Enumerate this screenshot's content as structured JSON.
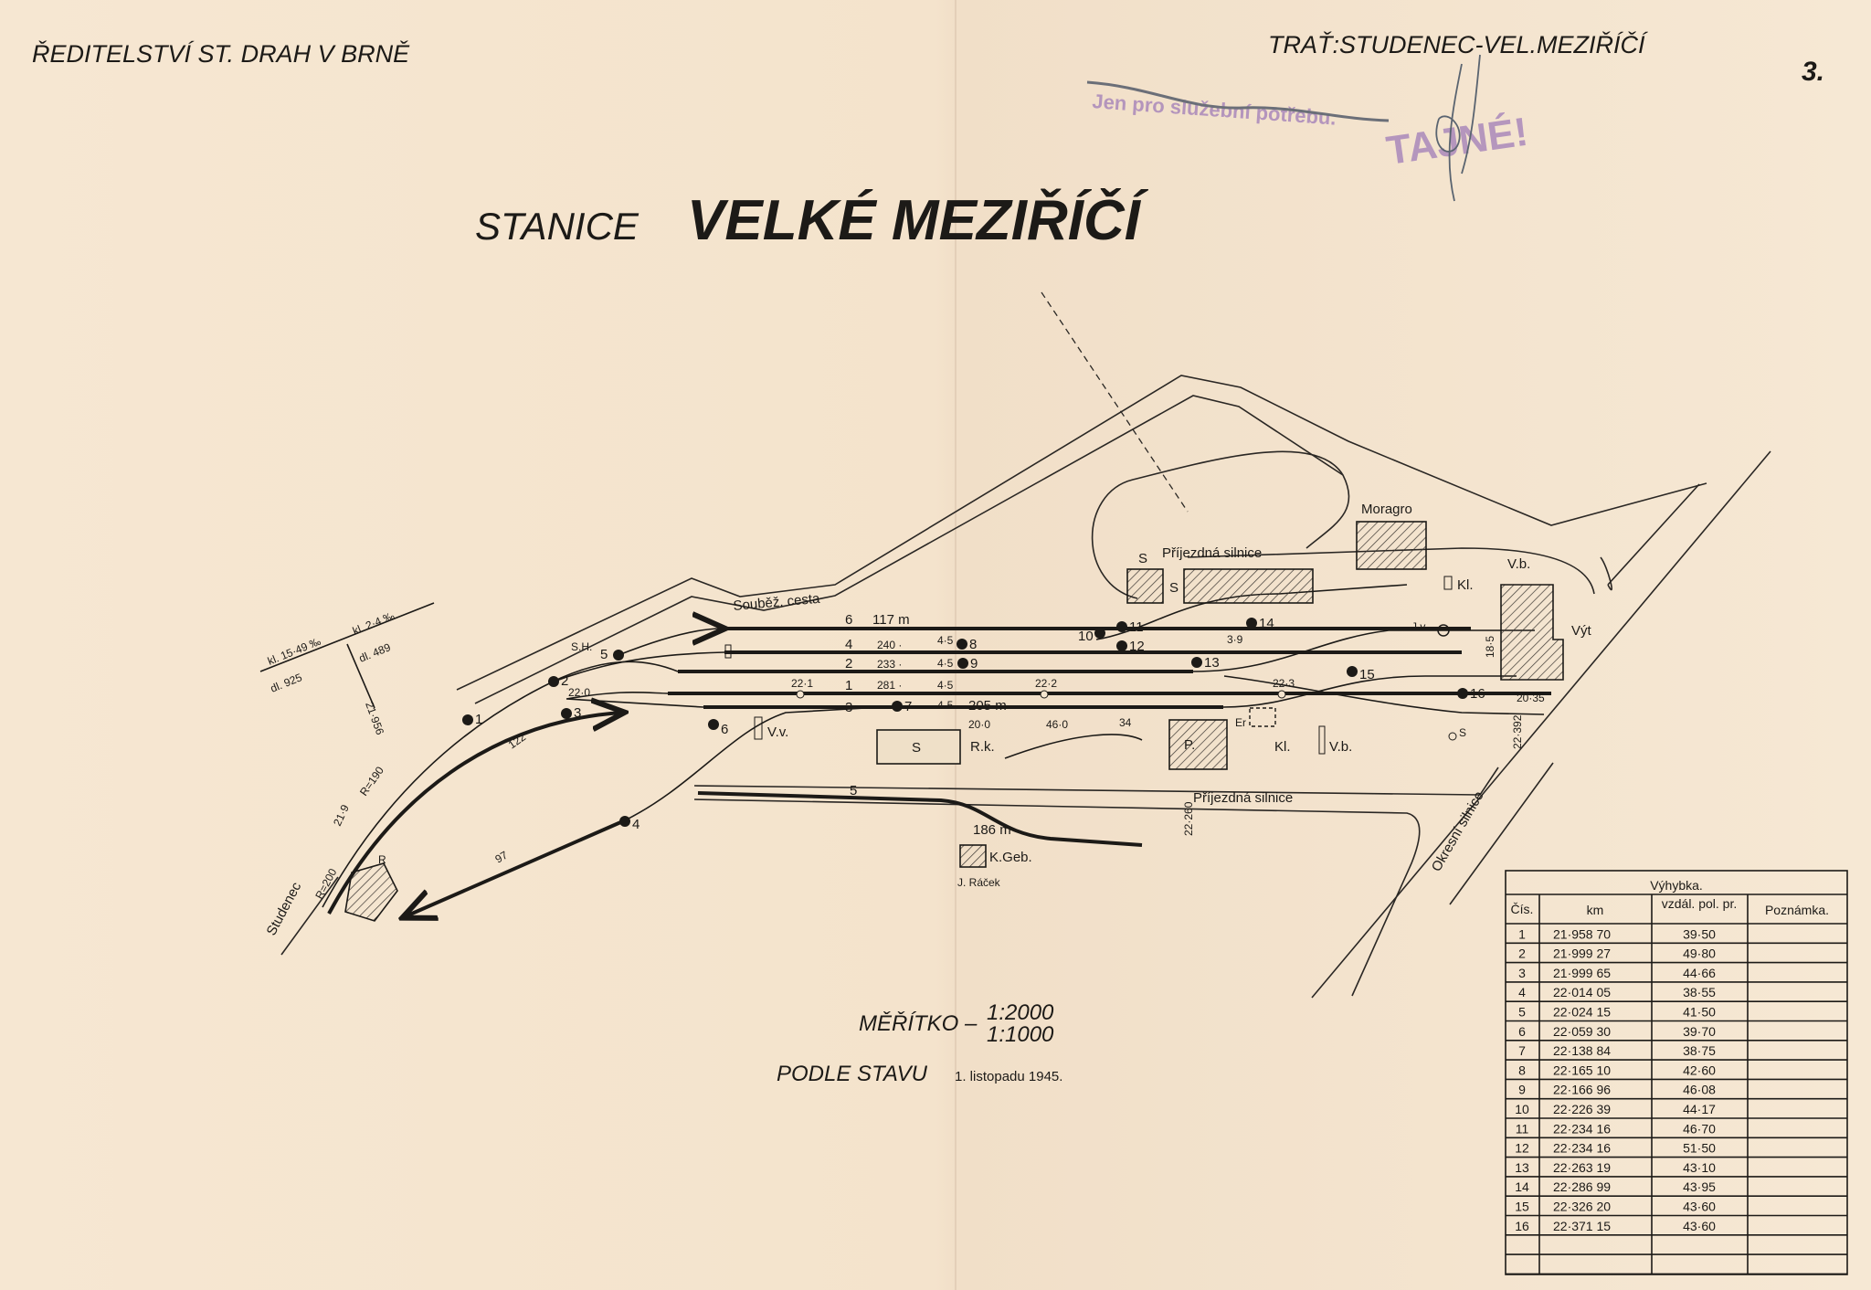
{
  "header": {
    "left": "ŘEDITELSTVÍ ST. DRAH V BRNĚ",
    "right": "TRAŤ:STUDENEC-VEL.MEZIŘÍČÍ",
    "sheet_number": "3."
  },
  "stamp": {
    "text": "TAJNÉ!",
    "note": "Jen pro služební potřebu.",
    "color": "#a07cb8"
  },
  "title": {
    "prefix": "STANICE",
    "name": "VELKÉ MEZIŘÍČÍ"
  },
  "diagram": {
    "roads": {
      "parallel_road": "Souběž. cesta",
      "access_road_upper": "Příjezdná silnice",
      "access_road_lower": "Příjezdná silnice",
      "district_road": "Okresní silnice",
      "direction": "Studenec"
    },
    "gradient": {
      "left_top": "kl. 15·49 ‰",
      "left_bottom": "dl. 925",
      "right_top": "kl. 2·4 ‰",
      "right_bottom": "dl. 489",
      "break_km": "21·956"
    },
    "tracks": [
      {
        "number": "6",
        "length": "117 m"
      },
      {
        "number": "4",
        "length": "240 ·"
      },
      {
        "number": "2",
        "length": "233 ·"
      },
      {
        "number": "1",
        "length": "281 ·"
      },
      {
        "number": "3",
        "length": "205 m"
      },
      {
        "number": "5",
        "length": "186 m"
      }
    ],
    "km_marks": [
      "21·9",
      "22·0",
      "22·1",
      "22·2",
      "22·3",
      "22·260",
      "22·392"
    ],
    "curve_labels": [
      "R=190",
      "R=200",
      "122",
      "97",
      "R"
    ],
    "spacing_labels": [
      "4·5",
      "4·5",
      "4·5",
      "4·5",
      "3·9",
      "18·5",
      "20·35",
      "20·0",
      "46·0",
      "34"
    ],
    "switches": [
      "1",
      "2",
      "3",
      "4",
      "5",
      "6",
      "7",
      "8",
      "9",
      "10",
      "11",
      "12",
      "13",
      "14",
      "15",
      "16"
    ],
    "buildings": {
      "moragro": "Moragro",
      "storehouse_1": "S",
      "storehouse_2": "S",
      "station": "S",
      "ramp": "R.k.",
      "post": "P.",
      "toilet_1": "Kl.",
      "toilet_2": "Kl.",
      "scale_1": "V.b.",
      "scale_2": "V.b.",
      "loading_gauge": "V.v.",
      "water_crane": "J.v.",
      "heating_house": "Výt",
      "signal_house": "S.H.",
      "private_building": "K.Geb.",
      "owner": "J. Ráček",
      "lamp": "S",
      "er": "Er"
    }
  },
  "scale": {
    "label": "MĚŘÍTKO –",
    "horizontal": "1:2000",
    "vertical": "1:1000"
  },
  "state_note": {
    "label": "PODLE STAVU",
    "date": "1. listopadu 1945."
  },
  "switch_table": {
    "title": "Výhybka.",
    "columns": [
      "Čís.",
      "km",
      "vzdál. pol. pr.",
      "Poznámka."
    ],
    "rows": [
      {
        "no": "1",
        "km": "21·958 70",
        "dist": "39·50",
        "note": ""
      },
      {
        "no": "2",
        "km": "21·999 27",
        "dist": "49·80",
        "note": ""
      },
      {
        "no": "3",
        "km": "21·999 65",
        "dist": "44·66",
        "note": ""
      },
      {
        "no": "4",
        "km": "22·014 05",
        "dist": "38·55",
        "note": ""
      },
      {
        "no": "5",
        "km": "22·024 15",
        "dist": "41·50",
        "note": ""
      },
      {
        "no": "6",
        "km": "22·059 30",
        "dist": "39·70",
        "note": ""
      },
      {
        "no": "7",
        "km": "22·138 84",
        "dist": "38·75",
        "note": ""
      },
      {
        "no": "8",
        "km": "22·165 10",
        "dist": "42·60",
        "note": ""
      },
      {
        "no": "9",
        "km": "22·166 96",
        "dist": "46·08",
        "note": ""
      },
      {
        "no": "10",
        "km": "22·226 39",
        "dist": "44·17",
        "note": ""
      },
      {
        "no": "11",
        "km": "22·234 16",
        "dist": "46·70",
        "note": ""
      },
      {
        "no": "12",
        "km": "22·234 16",
        "dist": "51·50",
        "note": ""
      },
      {
        "no": "13",
        "km": "22·263 19",
        "dist": "43·10",
        "note": ""
      },
      {
        "no": "14",
        "km": "22·286 99",
        "dist": "43·95",
        "note": ""
      },
      {
        "no": "15",
        "km": "22·326 20",
        "dist": "43·60",
        "note": ""
      },
      {
        "no": "16",
        "km": "22·371 15",
        "dist": "43·60",
        "note": ""
      }
    ]
  }
}
